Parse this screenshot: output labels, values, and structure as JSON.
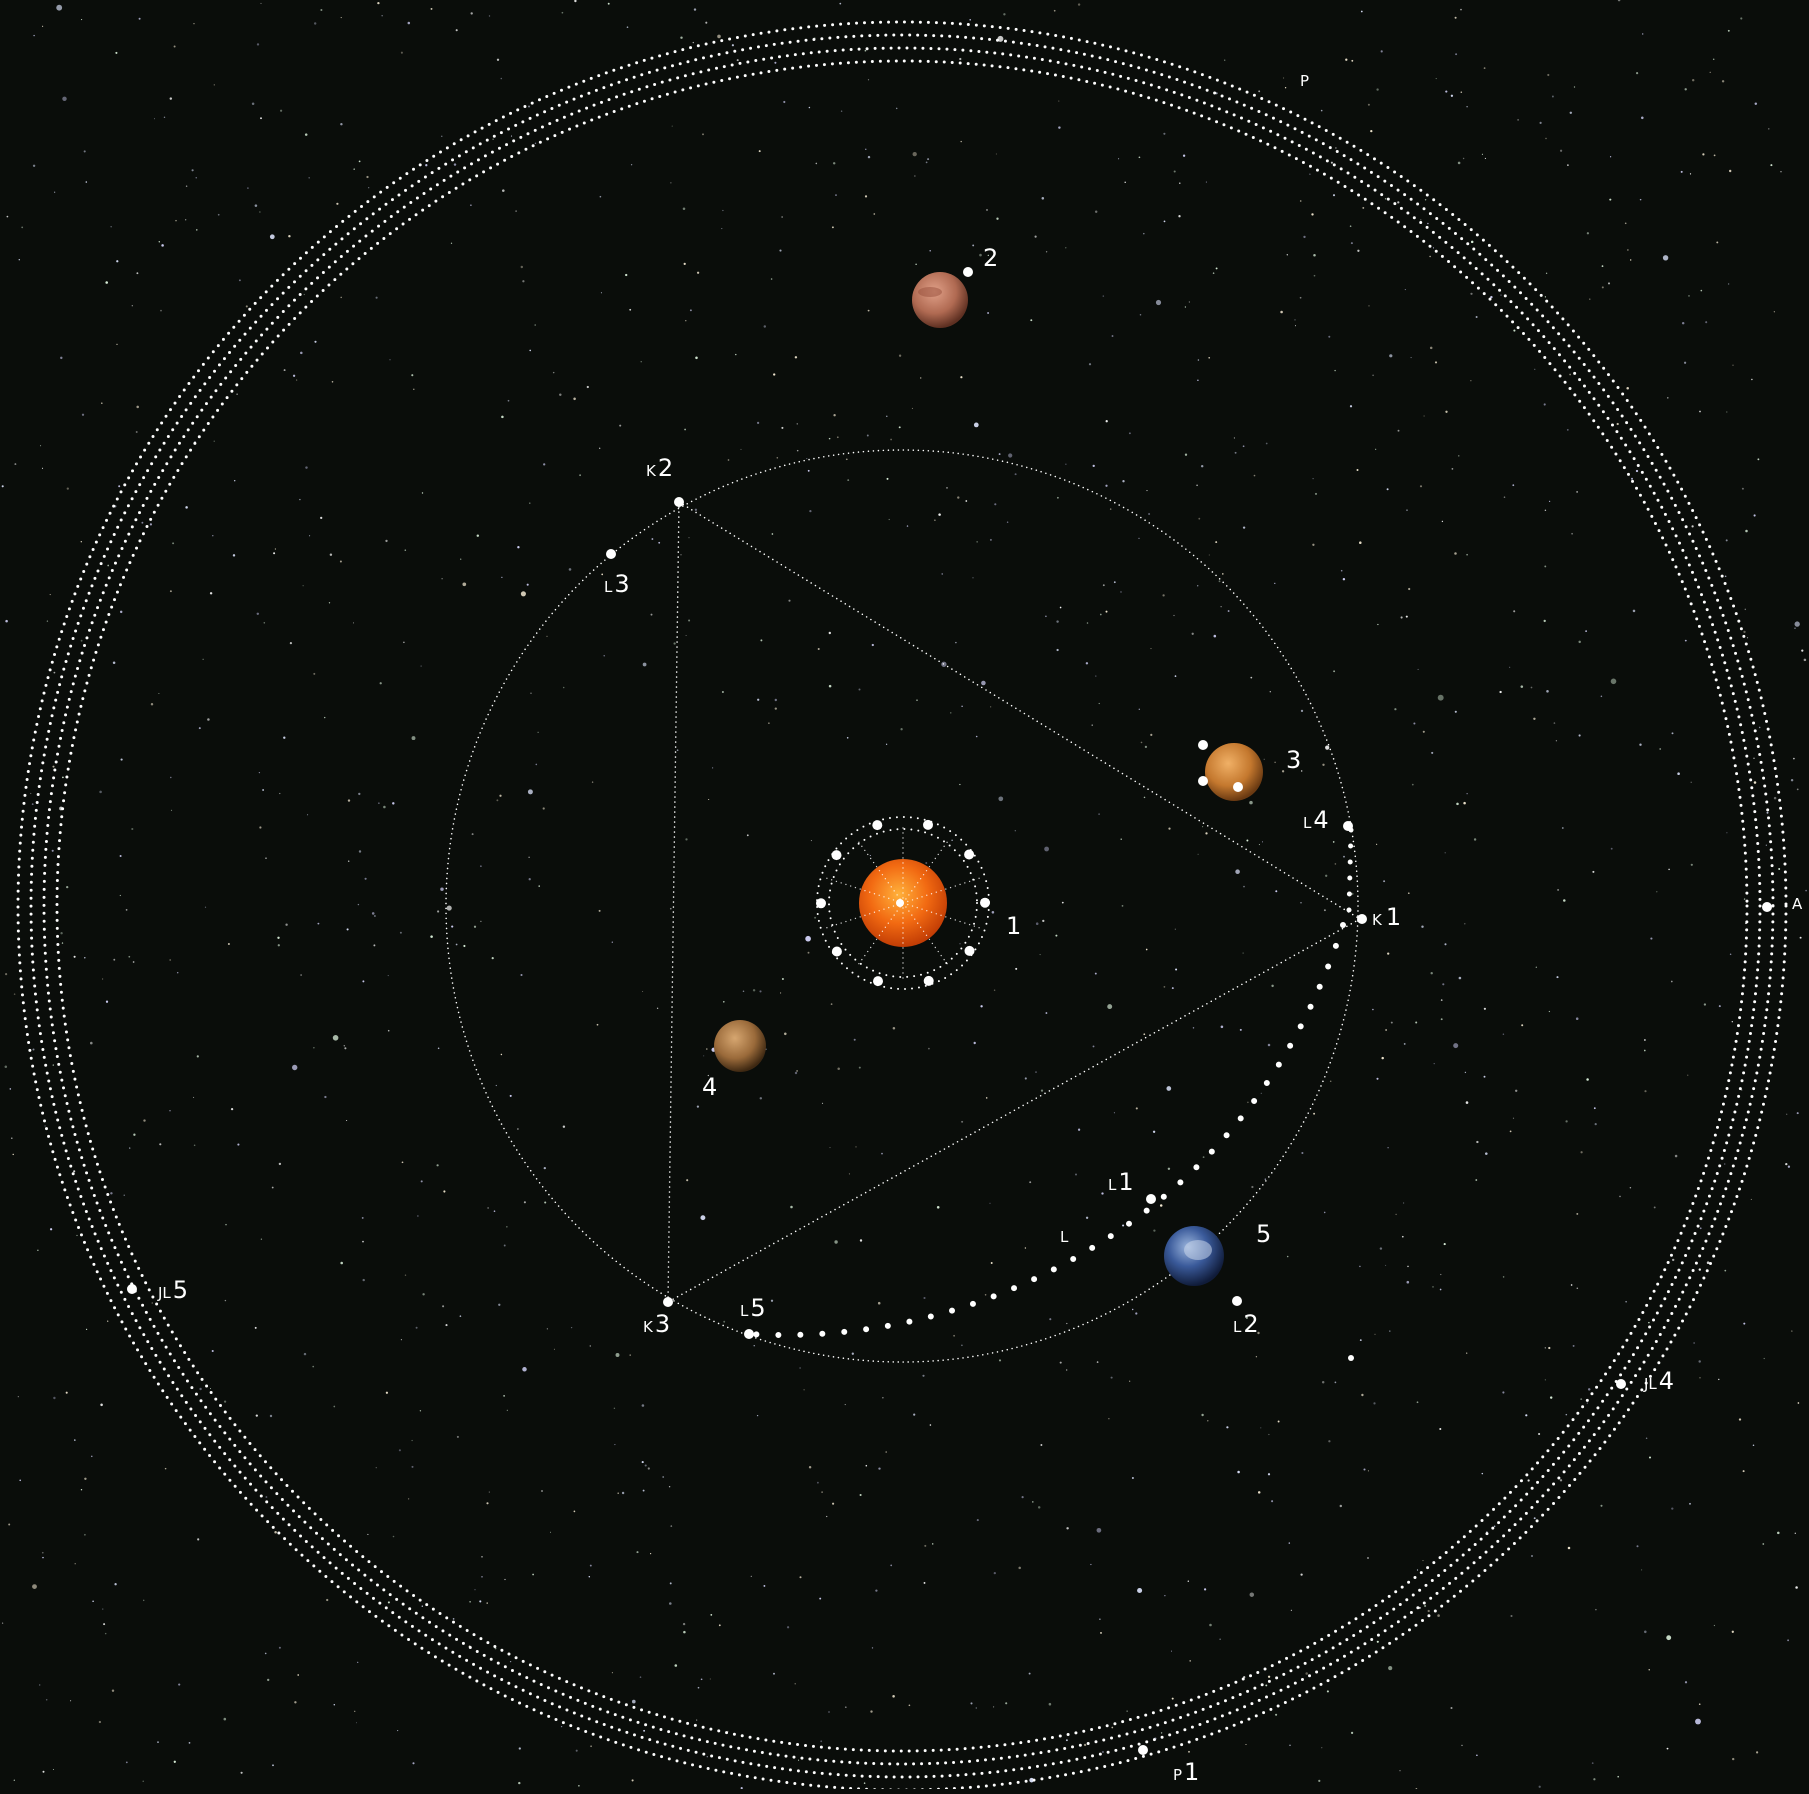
{
  "bodies": {
    "sun": {
      "label": "1"
    },
    "mars": {
      "label": "2"
    },
    "venus": {
      "label": "3"
    },
    "mercury": {
      "label": "4"
    },
    "earth": {
      "label": "5"
    }
  },
  "points": {
    "k1": {
      "prefix": "K",
      "num": "1"
    },
    "k2": {
      "prefix": "K",
      "num": "2"
    },
    "k3": {
      "prefix": "K",
      "num": "3"
    },
    "l1": {
      "prefix": "L",
      "num": "1"
    },
    "l2": {
      "prefix": "L",
      "num": "2"
    },
    "l3": {
      "prefix": "L",
      "num": "3"
    },
    "l4": {
      "prefix": "L",
      "num": "4"
    },
    "l5": {
      "prefix": "L",
      "num": "5"
    },
    "l_plain": {
      "prefix": "L",
      "num": ""
    },
    "jl4": {
      "prefix": "JL",
      "num": "4"
    },
    "jl5": {
      "prefix": "JL",
      "num": "5"
    },
    "p_top": {
      "prefix": "P",
      "num": ""
    },
    "p1": {
      "prefix": "P",
      "num": "1"
    },
    "a": {
      "prefix": "A",
      "num": ""
    }
  },
  "colors": {
    "background": "#0a0d0a",
    "dots": "#ffffff",
    "sun": "#f26a12",
    "mars": "#b8725a",
    "venus": "#c4782e",
    "mercury": "#9a6a3a",
    "earth": "#2c4a8a"
  }
}
